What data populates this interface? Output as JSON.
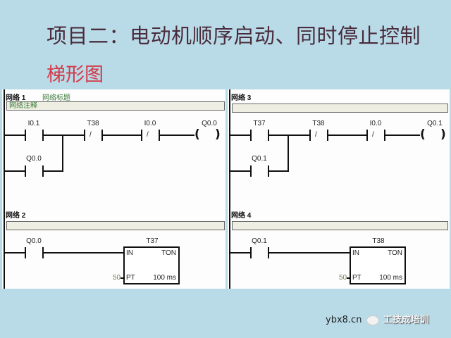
{
  "slide": {
    "title": "项目二：电动机顺序启动、同时停止控制",
    "subtitle": "梯形图",
    "colors": {
      "background": "#b9dbe8",
      "title": "#4a2c3c",
      "subtitle": "#d33a4a",
      "comment_text": "#3b7a3b"
    }
  },
  "networks": [
    {
      "label": "网络 1",
      "title": "网络标题",
      "comment": "网络注释",
      "contacts": [
        {
          "address": "I0.1",
          "type": "NO"
        },
        {
          "address": "T38",
          "type": "NC",
          "symbol": "/"
        },
        {
          "address": "I0.0",
          "type": "NC",
          "symbol": "/"
        }
      ],
      "parallel": {
        "address": "Q0.0",
        "type": "NO"
      },
      "coil": {
        "address": "Q0.0",
        "symbol_open": "(",
        "symbol_close": ")"
      }
    },
    {
      "label": "网络 2",
      "comment": "",
      "contacts": [
        {
          "address": "Q0.0",
          "type": "NO"
        }
      ],
      "timer": {
        "name": "T37",
        "type": "TON",
        "in": "IN",
        "pt": "PT",
        "pt_value": "50",
        "base": "100 ms"
      }
    },
    {
      "label": "网络 3",
      "comment": "",
      "contacts": [
        {
          "address": "T37",
          "type": "NO"
        },
        {
          "address": "T38",
          "type": "NC",
          "symbol": "/"
        },
        {
          "address": "I0.0",
          "type": "NC",
          "symbol": "/"
        }
      ],
      "parallel": {
        "address": "Q0.1",
        "type": "NO"
      },
      "coil": {
        "address": "Q0.1",
        "symbol_open": "(",
        "symbol_close": ")"
      }
    },
    {
      "label": "网络 4",
      "comment": "",
      "contacts": [
        {
          "address": "Q0.1",
          "type": "NO"
        }
      ],
      "timer": {
        "name": "T38",
        "type": "TON",
        "in": "IN",
        "pt": "PT",
        "pt_value": "50",
        "base": "100 ms"
      }
    }
  ],
  "watermark": {
    "site": "ybx8.cn",
    "brand": "工技成培训"
  }
}
